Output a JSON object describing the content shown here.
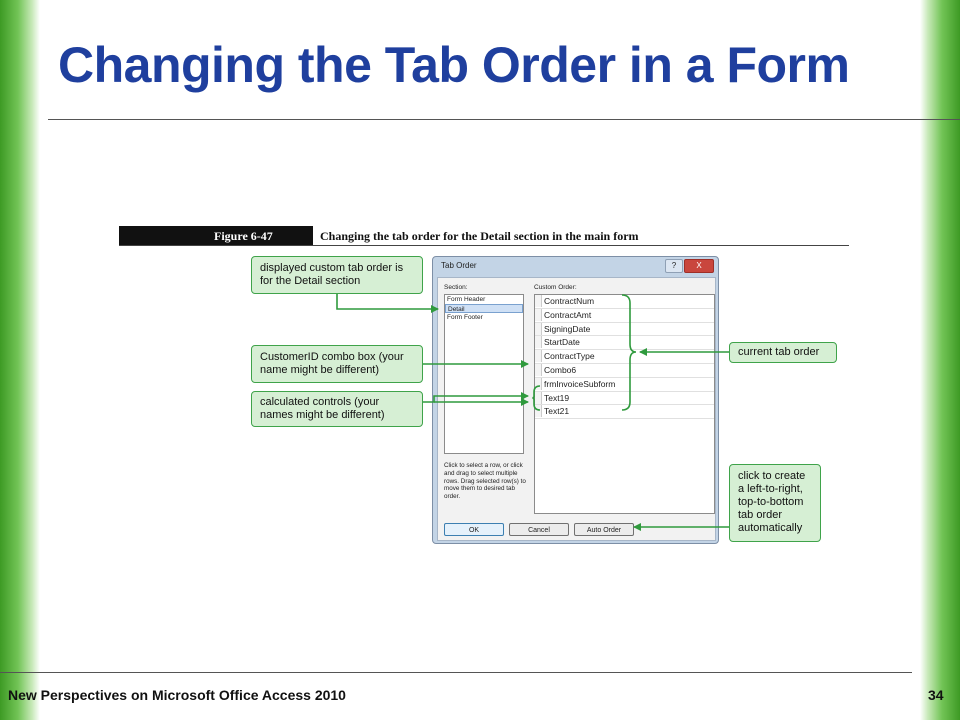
{
  "slide": {
    "title": "Changing the Tab Order in a Form",
    "footer": "New Perspectives on Microsoft Office Access 2010",
    "page_number": "34"
  },
  "figure": {
    "label": "Figure 6-47",
    "caption": "Changing the tab order for the Detail section in the main form"
  },
  "dialog": {
    "title": "Tab Order",
    "help_button": "?",
    "close_button": "X",
    "section_label": "Section:",
    "sections": [
      "Form Header",
      "Detail",
      "Form Footer"
    ],
    "selected_section": "Detail",
    "custom_order_label": "Custom Order:",
    "custom_order": [
      "ContractNum",
      "ContractAmt",
      "SigningDate",
      "StartDate",
      "ContractType",
      "Combo6",
      "frmInvoiceSubform",
      "Text19",
      "Text21"
    ],
    "help_text": "Click to select a row, or click and drag to select multiple rows. Drag selected row(s) to move them to desired tab order.",
    "buttons": {
      "ok": "OK",
      "cancel": "Cancel",
      "auto_order": "Auto Order"
    }
  },
  "callouts": {
    "detail_section": "displayed custom tab order is for the Detail section",
    "customer_combo": "CustomerID combo box (your name might be different)",
    "calculated_controls": "calculated controls (your names might be different)",
    "current_tab_order": "current tab order",
    "auto_order": "click to create a left-to-right, top-to-bottom tab order automatically"
  },
  "colors": {
    "title": "#1f3f9e",
    "callout_fill": "#d6efd4",
    "callout_border": "#3fa34a",
    "side_bar": "#3d9a24"
  }
}
